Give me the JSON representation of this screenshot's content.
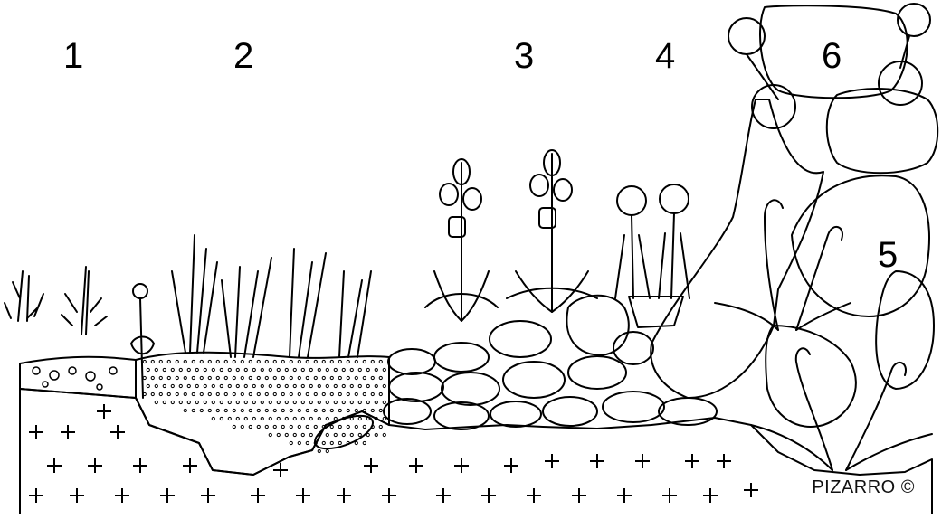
{
  "zones": [
    {
      "id": "zone-1",
      "label": "1"
    },
    {
      "id": "zone-2",
      "label": "2"
    },
    {
      "id": "zone-3",
      "label": "3"
    },
    {
      "id": "zone-4",
      "label": "4"
    },
    {
      "id": "zone-5",
      "label": "5"
    },
    {
      "id": "zone-6",
      "label": "6"
    }
  ],
  "credit": "PIZARRO ©",
  "colors": {
    "ink": "#000000",
    "paper": "#ffffff"
  }
}
